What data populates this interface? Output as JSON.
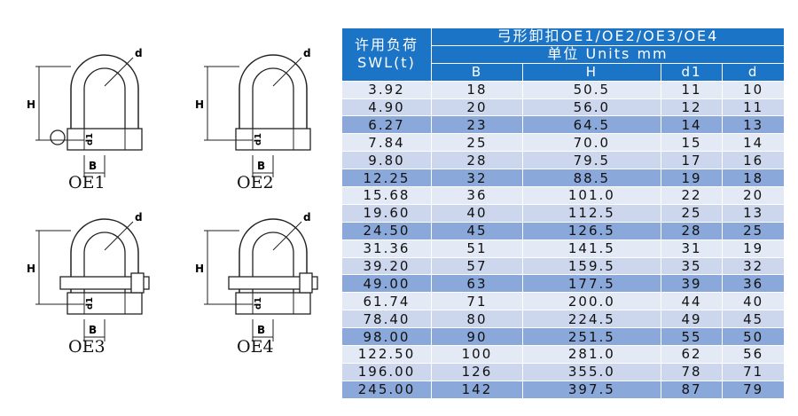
{
  "diagrams": [
    {
      "caption": "OE1",
      "labels": {
        "h": "H",
        "b": "B",
        "d": "d",
        "d1": "d1"
      }
    },
    {
      "caption": "OE2",
      "labels": {
        "h": "H",
        "b": "B",
        "d": "d",
        "d1": "d1"
      }
    },
    {
      "caption": "OE3",
      "labels": {
        "h": "H",
        "b": "B",
        "d": "d",
        "d1": "d1"
      }
    },
    {
      "caption": "OE4",
      "labels": {
        "h": "H",
        "b": "B",
        "d": "d",
        "d1": "d1"
      }
    }
  ],
  "table": {
    "swl_header": [
      "许用负荷",
      "SWL(t)"
    ],
    "title": "弓形卸扣OE1/OE2/OE3/OE4",
    "units": "单位 Units mm",
    "columns": [
      "B",
      "H",
      "d1",
      "d"
    ],
    "rows": [
      [
        "3.92",
        "18",
        "50.5",
        "11",
        "10"
      ],
      [
        "4.90",
        "20",
        "56.0",
        "12",
        "11"
      ],
      [
        "6.27",
        "23",
        "64.5",
        "14",
        "13"
      ],
      [
        "7.84",
        "25",
        "70.0",
        "15",
        "14"
      ],
      [
        "9.80",
        "28",
        "79.5",
        "17",
        "16"
      ],
      [
        "12.25",
        "32",
        "88.5",
        "19",
        "18"
      ],
      [
        "15.68",
        "36",
        "101.0",
        "22",
        "20"
      ],
      [
        "19.60",
        "40",
        "112.5",
        "25",
        "13"
      ],
      [
        "24.50",
        "45",
        "126.5",
        "28",
        "25"
      ],
      [
        "31.36",
        "51",
        "141.5",
        "31",
        "19"
      ],
      [
        "39.20",
        "57",
        "159.5",
        "35",
        "32"
      ],
      [
        "49.00",
        "63",
        "177.5",
        "39",
        "36"
      ],
      [
        "61.74",
        "71",
        "200.0",
        "44",
        "40"
      ],
      [
        "78.40",
        "80",
        "224.5",
        "49",
        "45"
      ],
      [
        "98.00",
        "90",
        "251.5",
        "55",
        "50"
      ],
      [
        "122.50",
        "100",
        "281.0",
        "62",
        "56"
      ],
      [
        "196.00",
        "126",
        "355.0",
        "78",
        "71"
      ],
      [
        "245.00",
        "142",
        "397.5",
        "87",
        "79"
      ]
    ]
  },
  "colors": {
    "header": "#1b74c5",
    "row_light": "#e3e9f5",
    "row_mid": "#ccd7ee",
    "row_dark": "#8aa8da"
  }
}
